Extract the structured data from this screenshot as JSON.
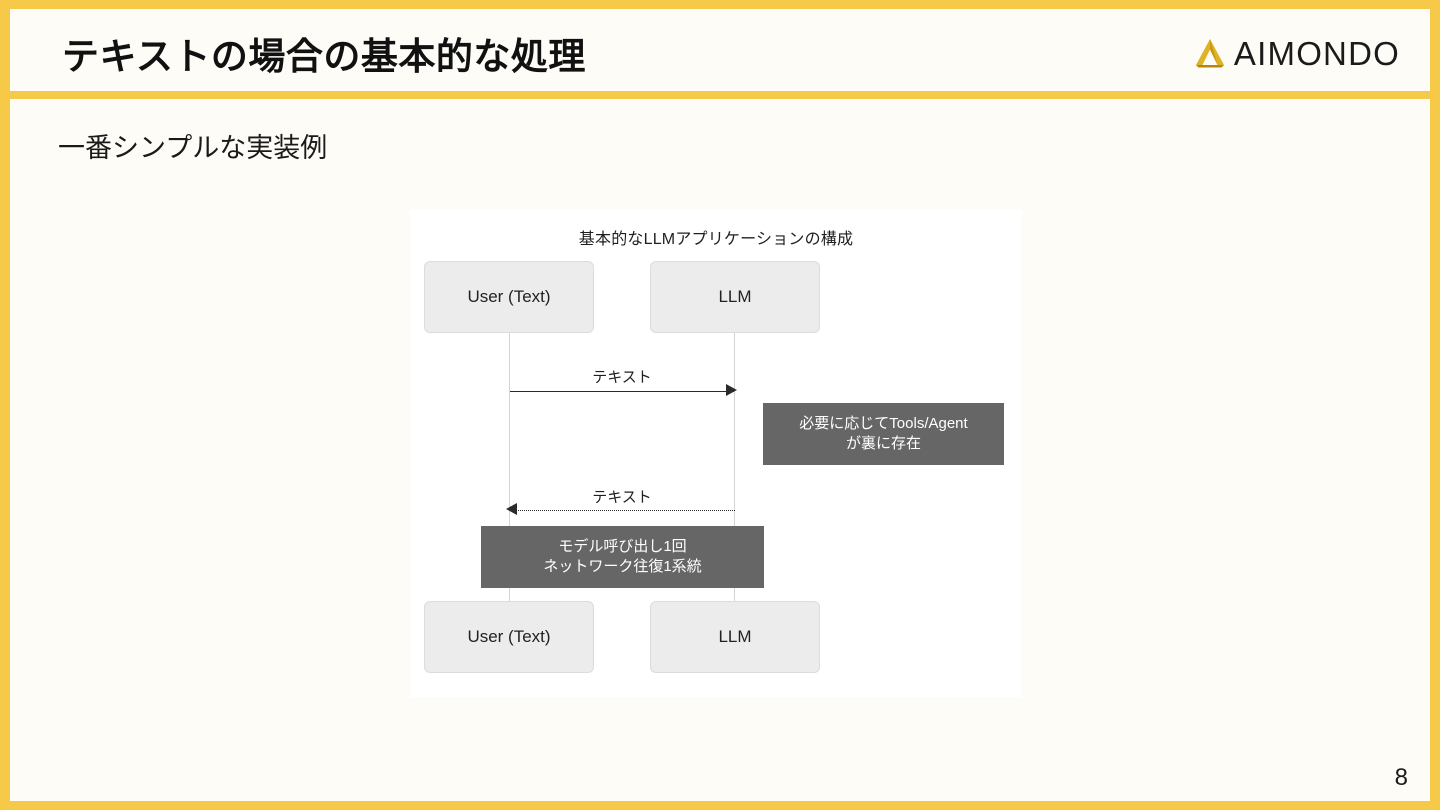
{
  "slide": {
    "background_color": "#FDFCF7",
    "accent_color": "#F7C948",
    "title": "テキストの場合の基本的な処理",
    "subtitle": "一番シンプルな実装例",
    "page_number": "8"
  },
  "logo": {
    "text": "AIMONDO",
    "mark_color": "#D9A723",
    "mark_name": "triangle-a-mark"
  },
  "diagram": {
    "title": "基本的なLLMアプリケーションの構成",
    "type": "sequence-diagram",
    "participants": [
      {
        "id": "user",
        "label": "User (Text)"
      },
      {
        "id": "llm",
        "label": "LLM"
      }
    ],
    "messages": [
      {
        "id": "m1",
        "label": "テキスト",
        "from": "user",
        "to": "llm",
        "style": "solid",
        "direction": "right"
      },
      {
        "id": "m2",
        "label": "テキスト",
        "from": "llm",
        "to": "user",
        "style": "dotted",
        "direction": "left"
      }
    ],
    "notes": [
      {
        "id": "note-tools",
        "lines": [
          "必要に応じてTools/Agent",
          "が裏に存在"
        ],
        "background": "#666666",
        "color": "#FFFFFF"
      },
      {
        "id": "note-calls",
        "lines": [
          "モデル呼び出し1回",
          "ネットワーク往復1系統"
        ],
        "background": "#666666",
        "color": "#FFFFFF"
      }
    ]
  }
}
